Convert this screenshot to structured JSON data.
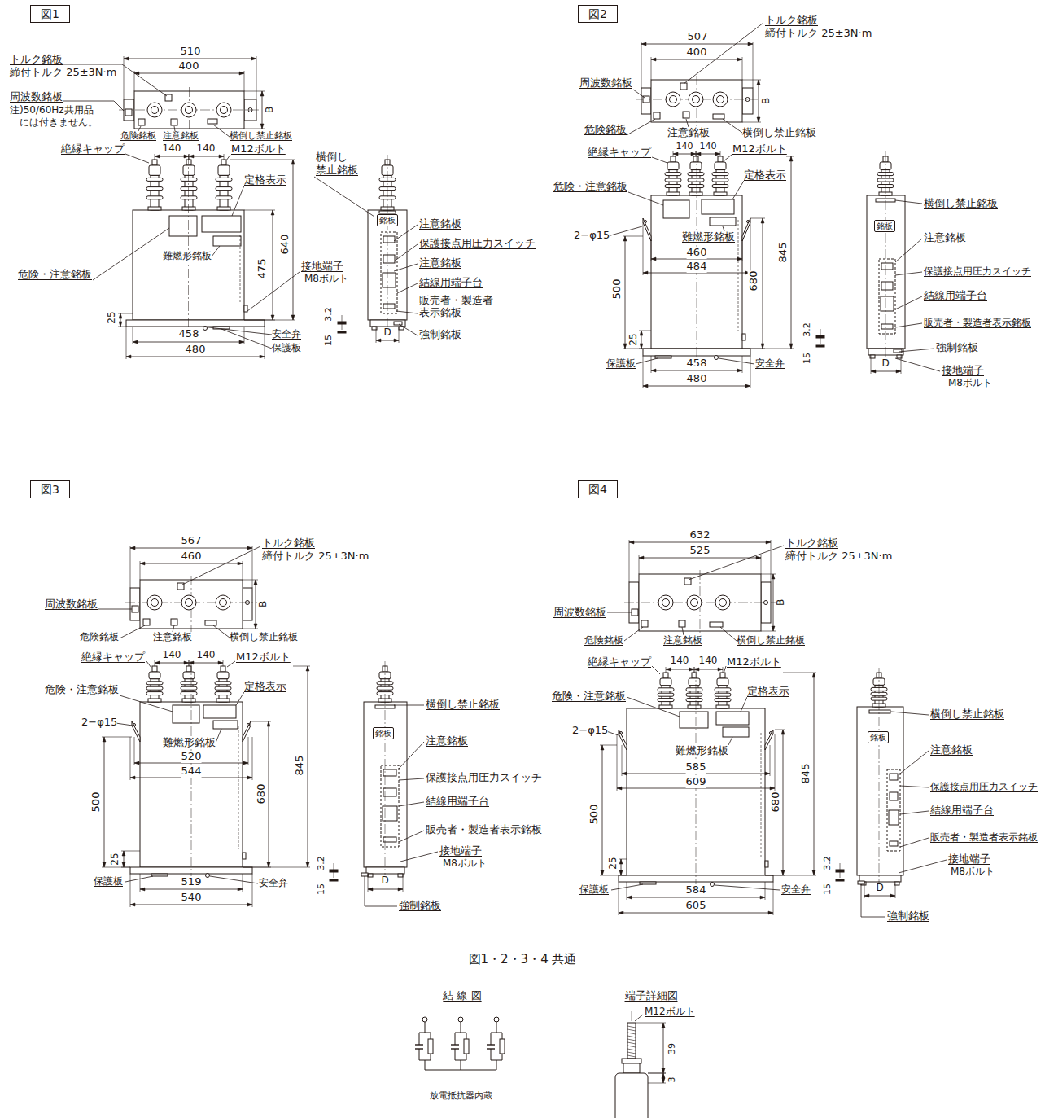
{
  "diagram": {
    "nodes": [
      {
        "text": [
          "図1"
        ]
      },
      {
        "text": [
          "銘板"
        ]
      },
      {
        "text": [
          "図2"
        ]
      },
      {
        "text": [
          "銘板"
        ]
      },
      {
        "text": [
          "図3"
        ]
      },
      {
        "text": [
          "銘板"
        ]
      },
      {
        "text": [
          "図4"
        ]
      },
      {
        "text": [
          "銘板"
        ]
      }
    ],
    "labels": [
      "トルク銘板",
      "締付トルク 25±3N·m",
      "510",
      "400",
      "周波数銘板",
      "注)50/60Hz共用品",
      "には付きません。",
      "B",
      "危険銘板",
      "注意銘板",
      "横倒し禁止銘板",
      "絶縁キャップ",
      "140",
      "140",
      "M12ボルト",
      "横倒し",
      "禁止銘板",
      "定格表示",
      "危険・注意銘板",
      "難燃形銘板",
      "640",
      "475",
      "接地端子",
      "M8ボルト",
      "25",
      "458",
      "480",
      "安全弁",
      "保護板",
      "注意銘板",
      "保護接点用圧力スイッチ",
      "注意銘板",
      "結線用端子台",
      "販売者・製造者",
      "表示銘板",
      "強制銘板",
      "3.2",
      "15",
      "D",
      "トルク銘板",
      "締付トルク 25±3N·m",
      "507",
      "400",
      "周波数銘板",
      "B",
      "危険銘板",
      "注意銘板",
      "横倒し禁止銘板",
      "絶縁キャップ",
      "140",
      "140",
      "M12ボルト",
      "定格表示",
      "危険・注意銘板",
      "2−φ15",
      "難燃形銘板",
      "460",
      "484",
      "845",
      "680",
      "500",
      "25",
      "3.2",
      "15",
      "保護板",
      "458",
      "480",
      "安全弁",
      "横倒し禁止銘板",
      "注意銘板",
      "保護接点用圧力スイッチ",
      "結線用端子台",
      "販売者・製造者表示銘板",
      "強制銘板",
      "接地端子",
      "M8ボルト",
      "D",
      "567",
      "460",
      "トルク銘板",
      "締付トルク 25±3N·m",
      "周波数銘板",
      "B",
      "危険銘板",
      "注意銘板",
      "横倒し禁止銘板",
      "絶縁キャップ",
      "140",
      "140",
      "M12ボルト",
      "危険・注意銘板",
      "定格表示",
      "2−φ15",
      "難燃形銘板",
      "520",
      "544",
      "845",
      "680",
      "500",
      "25",
      "3.2",
      "15",
      "保護板",
      "519",
      "540",
      "安全弁",
      "横倒し禁止銘板",
      "注意銘板",
      "保護接点用圧力スイッチ",
      "結線用端子台",
      "販売者・製造者表示銘板",
      "接地端子",
      "M8ボルト",
      "D",
      "強制銘板",
      "632",
      "525",
      "トルク銘板",
      "締付トルク 25±3N·m",
      "周波数銘板",
      "B",
      "危険銘板",
      "注意銘板",
      "横倒し禁止銘板",
      "絶縁キャップ",
      "140",
      "140",
      "M12ボルト",
      "危険・注意銘板",
      "定格表示",
      "2−φ15",
      "難燃形銘板",
      "585",
      "609",
      "845",
      "680",
      "500",
      "25",
      "3.2",
      "15",
      "保護板",
      "584",
      "605",
      "安全弁",
      "横倒し禁止銘板",
      "注意銘板",
      "保護接点用圧力スイッチ",
      "結線用端子台",
      "販売者・製造者表示銘板",
      "接地端子",
      "M8ボルト",
      "D",
      "強制銘板",
      "図1・2・3・4 共通",
      "結 線 図",
      "端子詳細図",
      "放電抵抗器内蔵",
      "M12ボルト",
      "39",
      "3"
    ]
  }
}
